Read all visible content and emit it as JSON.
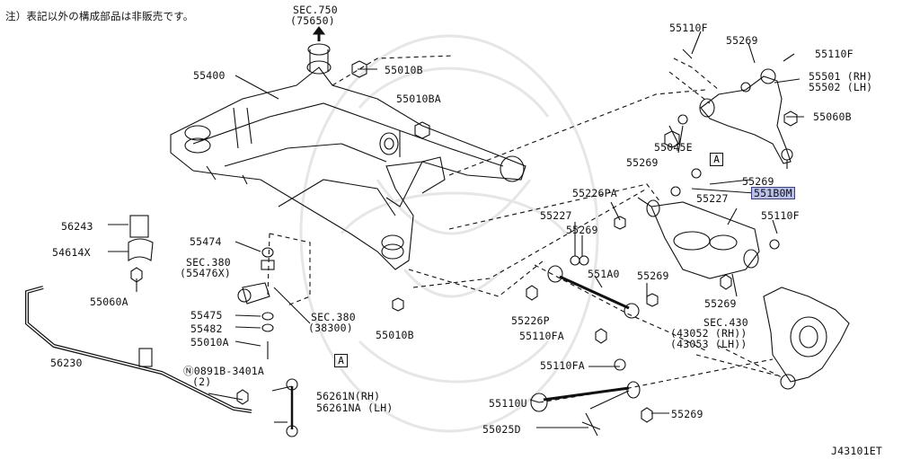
{
  "note": "注）表記以外の構成部品は非販売です。",
  "drawing_id": "J43101ET",
  "colors": {
    "line": "#111111",
    "highlight": "#b9bfe6",
    "watermark": "#e8e8e8"
  },
  "labels": {
    "sec750": "SEC.750",
    "sec750_ref": "(75650)",
    "p55400": "55400",
    "p55010b_top": "55010B",
    "p55010ba": "55010BA",
    "p55110f_a": "55110F",
    "p55269_a": "55269",
    "p55110f_b": "55110F",
    "p55501": "55501 (RH)",
    "p55502": "55502 (LH)",
    "p55060b": "55060B",
    "p55045e": "55045E",
    "p55269_b": "55269",
    "callout_a_right": "A",
    "p55269_c": "55269",
    "p55227_a": "55227",
    "p551b0m": "551B0M",
    "p55226pa": "55226PA",
    "p55110f_c": "55110F",
    "p55227_b": "55227",
    "p55269_d": "55269",
    "p56243": "56243",
    "p54614x": "54614X",
    "p55060a": "55060A",
    "p55474": "55474",
    "sec380_a": "SEC.380",
    "sec380_a_ref": "(55476X)",
    "p551a0": "551A0",
    "p55269_e": "55269",
    "p55226p": "55226P",
    "p55269_f": "55269",
    "p55475": "55475",
    "sec380_b": "SEC.380",
    "sec380_b_ref": "(38300)",
    "p55482": "55482",
    "p55010a": "55010A",
    "p55010b_bot": "55010B",
    "p55110fa_a": "55110FA",
    "sec430": "SEC.430",
    "sec430_rh": "(43052 (RH))",
    "sec430_lh": "(43053 (LH))",
    "p56230": "56230",
    "callout_a_left": "A",
    "bolt_n": "Ⓝ0891B-3401A",
    "bolt_n_qty": "(2)",
    "p55110fa_b": "55110FA",
    "p56261n": "56261N(RH)",
    "p56261na": "56261NA (LH)",
    "p55110u": "55110U",
    "p55269_g": "55269",
    "p55025d": "55025D"
  }
}
